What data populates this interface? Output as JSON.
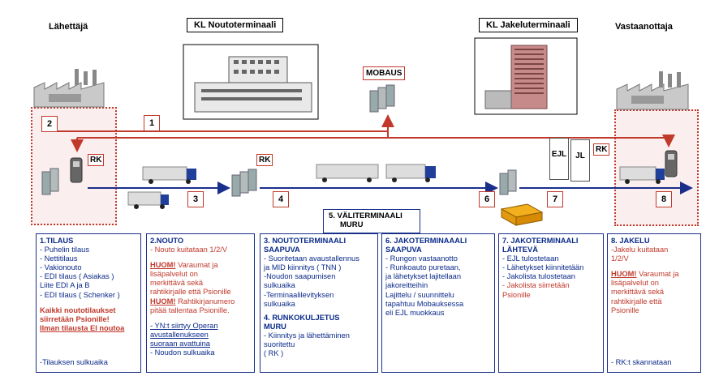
{
  "headers": {
    "sender": "Lähettäjä",
    "pickup_terminal": "KL Noutoterminaali",
    "delivery_terminal": "KL Jakeluterminaali",
    "receiver": "Vastaanottaja",
    "mobaus": "MOBAUS"
  },
  "steps": [
    "1",
    "2",
    "3",
    "4",
    "5. VÄLITERMINAALI",
    "6",
    "7",
    "8"
  ],
  "step5_sub": "MURU",
  "doc_labels": {
    "rk": "RK",
    "ejl": "EJL",
    "jl": "JL"
  },
  "panels": {
    "p1": {
      "title": "1.TILAUS",
      "lines": [
        "- Puhelin tilaus",
        "- Nettitilaus",
        "- Vakionouto",
        "- EDI tilaus ( Asiakas )\n  Liite EDI A ja B",
        "- EDI tilaus ( Schenker )"
      ],
      "red1": "Kaikki noutotilaukset\nsiirretään Psionille!",
      "red2": "Ilman tilausta EI noutoa",
      "footer": "-Tilauksen sulkuaika"
    },
    "p2": {
      "title": "2.NOUTO",
      "line1": "- Nouto kuitataan 1/2/V",
      "huom1_label": "HUOM!",
      "huom1": " Varaumat ja\nlisäpalvelut  on\nmerkittävä sekä\nrahtikirjalle että Psionille",
      "huom2_label": "HUOM!",
      "huom2": " Rahtikirjanumero\npitää tallentaa Psionille.",
      "blue": "- YN:t siirtyy Operan\navustallenukseen\nsuoraan avattuina",
      "footer": "- Noudon sulkuaika"
    },
    "p3": {
      "title": "3. NOUTOTERMINAALI\n    SAAPUVA",
      "lines": "- Suoritetaan avaustallennus\n  ja MID kiinnitys ( TNN )\n-Noudon saapumisen\n  sulkuaika\n-Terminaalilevityksen\n  sulkuaika",
      "title2": "4. RUNKOKULJETUS\n    MURU",
      "lines2": "- Kiinnitys ja lähettäminen\n  suoritettu\n  ( RK )"
    },
    "p6": {
      "title": "6. JAKOTERMINAAALI\n    SAAPUVA",
      "lines": "- Rungon vastaanotto\n- Runkoauto puretaan,\n  ja lähetykset lajitellaan\n  jakoreitteihin\n  Lajittelu / suunnittelu\n  tapahtuu Mobauksessa\n  eli EJL muokkaus"
    },
    "p7": {
      "title": "7. JAKOTERMINAALI\n    LÄHTEVÄ",
      "lines": "- EJL tulostetaan\n- Lähetykset kiinnitetään\n- Jakolista tulostetaan",
      "red": "- Jakolista siirretään\n  Psionille"
    },
    "p8": {
      "title": "8. JAKELU",
      "line1": "-Jakelu kuitataan\n1/2/V",
      "huom_label": "HUOM!",
      "huom": "  Varaumat ja\nlisäpalvelut  on\nmerkittävä sekä\nrahtikirjalle että\nPsionille",
      "footer": "- RK:t skannataan"
    }
  },
  "colors": {
    "arrow_red": "#c0392b",
    "arrow_blue": "#1a2f8a",
    "truck_blue": "#1f3f9a"
  }
}
